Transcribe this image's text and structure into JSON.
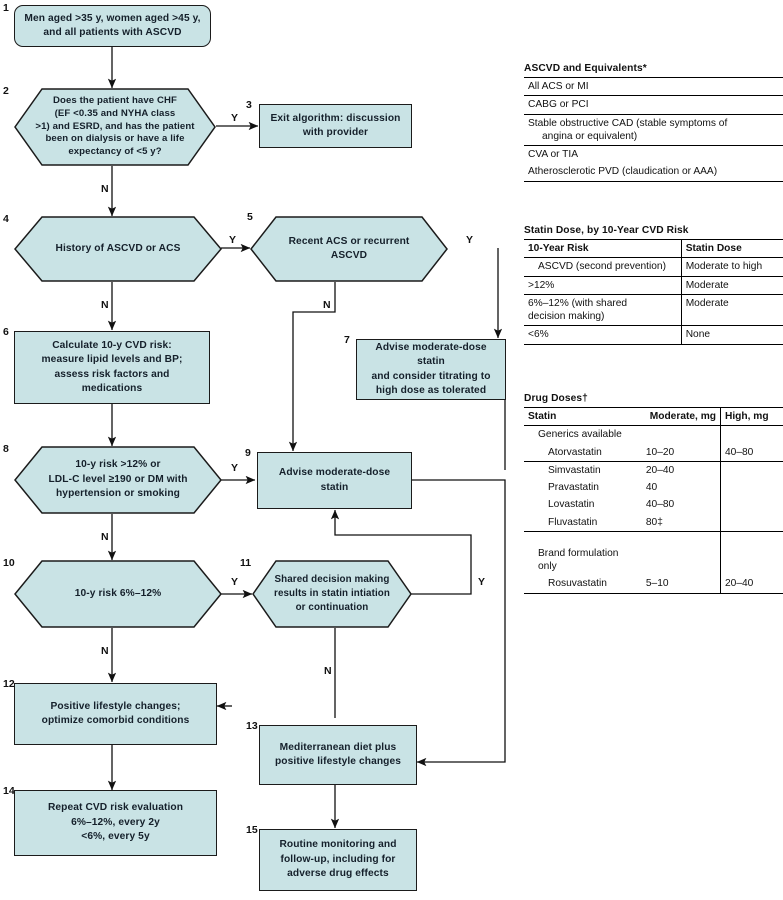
{
  "diagram": {
    "title": "Statin therapy clinical algorithm",
    "fill_color": "#c9e3e5",
    "line_color": "#1b1b1b",
    "nodes": [
      {
        "id": "1",
        "shape": "rounded-rect",
        "text": "Men aged >35 y, women aged >45 y, and all patients with ASCVD"
      },
      {
        "id": "2",
        "shape": "hexagon",
        "text": "Does the patient have CHF (EF <0.35 and NYHA class >1) and ESRD, and has the patient been on dialysis or have a life expectancy of <5 y?"
      },
      {
        "id": "3",
        "shape": "rect",
        "text": "Exit algorithm: discussion with provider"
      },
      {
        "id": "4",
        "shape": "hexagon",
        "text": "History of ASCVD or ACS"
      },
      {
        "id": "5",
        "shape": "hexagon",
        "text": "Recent ACS or recurrent ASCVD"
      },
      {
        "id": "6",
        "shape": "rect",
        "text": "Calculate 10-y CVD risk: measure lipid levels and BP; assess risk factors and medications"
      },
      {
        "id": "7",
        "shape": "rect",
        "text": "Advise moderate-dose statin and consider titrating to high dose as tolerated"
      },
      {
        "id": "8",
        "shape": "hexagon",
        "text": "10-y risk >12% or LDL-C level ≥190 or DM with hypertension or smoking"
      },
      {
        "id": "9",
        "shape": "rect",
        "text": "Advise moderate-dose statin"
      },
      {
        "id": "10",
        "shape": "hexagon",
        "text": "10-y risk 6%–12%"
      },
      {
        "id": "11",
        "shape": "hexagon",
        "text": "Shared decision making results in statin intiation or continuation"
      },
      {
        "id": "12",
        "shape": "rect",
        "text": "Positive lifestyle changes; optimize comorbid conditions"
      },
      {
        "id": "13",
        "shape": "rect",
        "text": "Mediterranean diet plus positive lifestyle changes"
      },
      {
        "id": "14",
        "shape": "rect",
        "text": "Repeat CVD risk evaluation 6%–12%, every 2y <6%, every 5y"
      },
      {
        "id": "15",
        "shape": "rect",
        "text": "Routine monitoring and follow-up, including for adverse drug effects"
      }
    ],
    "node_lines": {
      "n1": [
        "Men aged >35 y, women aged >45 y,",
        "and all patients with ASCVD"
      ],
      "n2": [
        "Does the patient have CHF",
        "(EF <0.35 and NYHA class",
        ">1) and ESRD, and has the patient",
        "been on dialysis or have a life",
        "expectancy of <5 y?"
      ],
      "n3": [
        "Exit algorithm: discussion",
        "with provider"
      ],
      "n4": [
        "History of ASCVD or ACS"
      ],
      "n5": [
        "Recent ACS or recurrent",
        "ASCVD"
      ],
      "n6": [
        "Calculate 10-y CVD risk:",
        "measure lipid levels and BP;",
        "assess risk factors and",
        "medications"
      ],
      "n7": [
        "Advise moderate-dose statin",
        "and consider titrating to",
        "high dose as tolerated"
      ],
      "n8": [
        "10-y risk >12% or",
        "LDL-C level ≥190 or DM with",
        "hypertension or smoking"
      ],
      "n9": [
        "Advise moderate-dose statin"
      ],
      "n10": [
        "10-y risk 6%–12%"
      ],
      "n11": [
        "Shared decision making",
        "results in statin intiation",
        "or continuation"
      ],
      "n12": [
        "Positive lifestyle changes;",
        "optimize comorbid conditions"
      ],
      "n13": [
        "Mediterranean diet plus",
        "positive lifestyle changes"
      ],
      "n14": [
        "Repeat CVD risk evaluation",
        "6%–12%, every 2y",
        "<6%, every 5y"
      ],
      "n15": [
        "Routine monitoring and",
        "follow-up, including for",
        "adverse drug effects"
      ]
    },
    "branch_labels": {
      "b2_y": "Y",
      "b2_n": "N",
      "b4_y": "Y",
      "b4_n": "N",
      "b5_y": "Y",
      "b5_n": "N",
      "b8_y": "Y",
      "b8_n": "N",
      "b10_y": "Y",
      "b10_n": "N",
      "b11_y": "Y",
      "b11_n": "N"
    }
  },
  "tables": {
    "ascvd": {
      "caption": "ASCVD and Equivalents*",
      "rows": [
        [
          "All ACS or MI"
        ],
        [
          "CABG or PCI"
        ],
        [
          "Stable obstructive CAD (stable symptoms of",
          "angina or equivalent)"
        ],
        [
          "CVA or TIA"
        ],
        [
          "Atherosclerotic PVD (claudication or AAA)"
        ]
      ]
    },
    "statin_dose": {
      "caption": "Statin Dose, by 10-Year CVD Risk",
      "headers": [
        "10-Year Risk",
        "Statin Dose"
      ],
      "rows": [
        {
          "risk": "ASCVD (second prevention)",
          "indent": 1,
          "dose": "Moderate to high"
        },
        {
          "risk": ">12%",
          "indent": 0,
          "dose": "Moderate"
        },
        {
          "risk": "6%–12% (with shared decision making)",
          "risk_l1": "6%–12% (with shared",
          "risk_l2": "decision making)",
          "indent": 0,
          "dose": "Moderate"
        },
        {
          "risk": "<6%",
          "indent": 0,
          "dose": "None"
        }
      ]
    },
    "drug_doses": {
      "caption": "Drug Doses†",
      "headers": [
        "Statin",
        "Moderate, mg",
        "High, mg"
      ],
      "header_italic_unit": "mg",
      "groups": [
        {
          "label": "Generics available",
          "rows": [
            {
              "name": "Atorvastatin",
              "moderate": "10–20",
              "high": "40–80"
            },
            {
              "name": "Simvastatin",
              "moderate": "20–40",
              "high": ""
            },
            {
              "name": "Pravastatin",
              "moderate": "40",
              "high": ""
            },
            {
              "name": "Lovastatin",
              "moderate": "40–80",
              "high": ""
            },
            {
              "name": "Fluvastatin",
              "moderate": "80‡",
              "high": ""
            }
          ]
        },
        {
          "label": "Brand formulation only",
          "rows": [
            {
              "name": "Rosuvastatin",
              "moderate": "5–10",
              "high": "20–40"
            }
          ]
        }
      ]
    }
  }
}
